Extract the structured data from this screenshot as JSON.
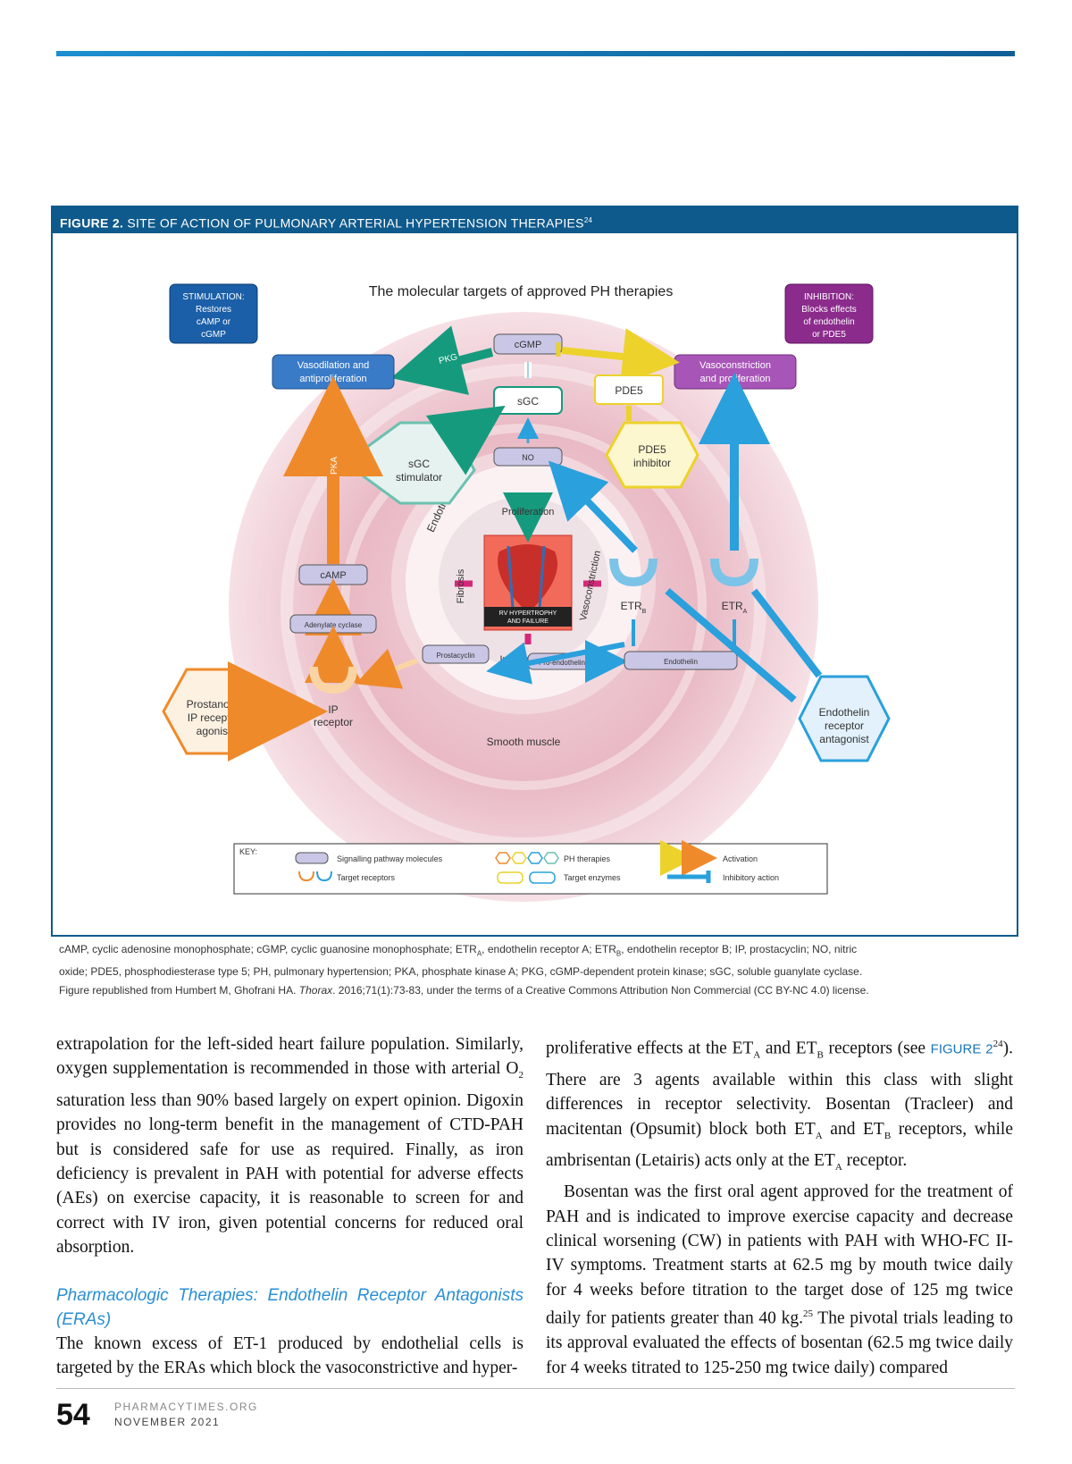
{
  "figure": {
    "label": "FIGURE 2.",
    "title": "SITE OF ACTION OF PULMONARY ARTERIAL HYPERTENSION THERAPIES",
    "title_ref": "24",
    "diagram": {
      "main_title": "The molecular targets of approved PH therapies",
      "stimulation": [
        "STIMULATION:",
        "Restores",
        "cAMP or",
        "cGMP"
      ],
      "inhibition": [
        "INHIBITION:",
        "Blocks effects",
        "of endothelin",
        "or PDE5"
      ],
      "cgmp": "cGMP",
      "sgc": "sGC",
      "no": "NO",
      "pde5": "PDE5",
      "pkg": "PKG",
      "pka": "PKA",
      "vasodilation": [
        "Vasodilation and",
        "antiproliferation"
      ],
      "vasoconstriction": [
        "Vasoconstriction",
        "and proliferation"
      ],
      "sgc_stimulator": [
        "sGC",
        "stimulator"
      ],
      "pde5_inhibitor": [
        "PDE5",
        "inhibitor"
      ],
      "camp": "cAMP",
      "adenylate": "Adenylate cyclase",
      "prostacyclin": "Prostacyclin",
      "pro_endothelin": "Pro-endothelin",
      "endothelin": "Endothelin",
      "prostanoid": [
        "Prostanoid/",
        "IP receptor",
        "agonist"
      ],
      "ip_receptor": [
        "IP",
        "receptor"
      ],
      "era": [
        "Endothelin",
        "receptor",
        "antagonist"
      ],
      "etrb": "ETR",
      "etrb_sub": "B",
      "etra": "ETR",
      "etra_sub": "A",
      "smooth_muscle": "Smooth muscle",
      "endothelium": "Endothelium",
      "proliferation": "Proliferation",
      "fibrosis": "Fibrosis",
      "vasoconstriction_ring": "Vasoconstriction",
      "inflammation": "Inflammation",
      "rv": [
        "RV HYPERTROPHY",
        "AND FAILURE"
      ],
      "key": {
        "title": "KEY:",
        "signalling": "Signalling pathway molecules",
        "target_receptors": "Target receptors",
        "ph_therapies": "PH therapies",
        "target_enzymes": "Target enzymes",
        "activation": "Activation",
        "inhibitory": "Inhibitory action"
      }
    },
    "caption_line1_a": "cAMP, cyclic adenosine monophosphate; cGMP, cyclic guanosine monophosphate; ETR",
    "caption_line1_sub_a": "A",
    "caption_line1_b": ", endothelin receptor A; ETR",
    "caption_line1_sub_b": "B",
    "caption_line1_c": ", endothelin receptor B; IP, prostacyclin; NO, nitric",
    "caption_line2": "oxide; PDE5, phosphodiesterase type 5; PH, pulmonary hypertension; PKA, phosphate kinase A; PKG, cGMP-dependent protein kinase; sGC, soluble guanylate cyclase.",
    "caption_line3_a": "Figure republished from Humbert M, Ghofrani HA. ",
    "caption_line3_journal": "Thorax",
    "caption_line3_b": ". 2016;71(1):73-83, under the terms of a Creative Commons Attribution Non Commercial (CC BY-NC 4.0) license."
  },
  "left_column": {
    "p1": "extrapolation for the left-sided heart failure population. Similarly, oxygen supplementation is recommended in those with arterial O",
    "p1_sub": "2",
    "p1_b": " saturation less than 90% based largely on expert opinion. Digoxin provides no long-term benefit in the management of CTD-PAH but is considered safe for use as required. Finally, as iron deficiency is prevalent in PAH with potential for adverse effects (AEs) on exercise capacity, it is reasonable to screen for and correct with IV iron, given potential concerns for reduced oral absorption.",
    "heading": "Pharmacologic Therapies: Endothelin Receptor Antagonists (ERAs)",
    "p2": "The known excess of ET-1 produced by endothelial cells is targeted by the ERAs which block the vasoconstrictive and hyper-"
  },
  "right_column": {
    "p1_a": "proliferative effects at the ET",
    "p1_sub_a": "A",
    "p1_b": " and ET",
    "p1_sub_b": "B",
    "p1_c": " receptors (see ",
    "p1_figref": "FIGURE 2",
    "p1_figref_sup": "24",
    "p1_d": "). There are 3 agents available within this class with slight differences in receptor selectivity. Bosentan (Tracleer) and macitentan (Opsumit) block both ET",
    "p1_sub_c": "A",
    "p1_e": " and ET",
    "p1_sub_d": "B",
    "p1_f": " receptors, while ambrisentan (Letairis) acts only at the ET",
    "p1_sub_e": "A",
    "p1_g": " receptor.",
    "p2_a": "Bosentan was the first oral agent approved for the treatment of PAH and is indicated to improve exercise capacity and decrease clinical worsening (CW) in patients with PAH with WHO-FC II-IV symptoms. Treatment starts at 62.5 mg by mouth twice daily for 4 weeks before titration to the target dose of 125 mg twice daily for patients greater than 40 kg.",
    "p2_sup": "25",
    "p2_b": " The pivotal trials leading to its approval evaluated the effects of bosentan (62.5 mg twice daily for 4 weeks titrated to 125-250 mg twice daily) compared"
  },
  "footer": {
    "page": "54",
    "site": "PHARMACYTIMES.ORG",
    "issue": "NOVEMBER 2021"
  }
}
